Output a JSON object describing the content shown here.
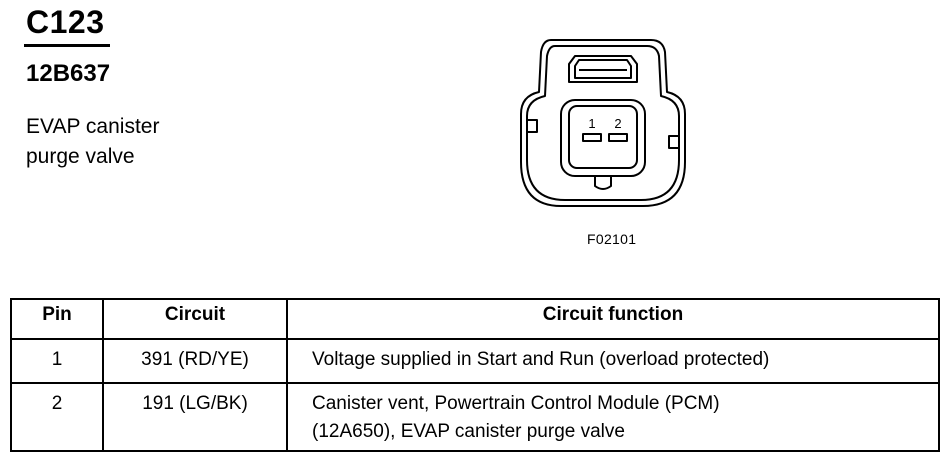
{
  "connector": {
    "id": "C123",
    "part_number": "12B637",
    "description_lines": [
      "EVAP canister",
      "purge valve"
    ],
    "pin_labels": [
      "1",
      "2"
    ],
    "figure_code": "F02101"
  },
  "table": {
    "headers": {
      "pin": "Pin",
      "circuit": "Circuit",
      "function": "Circuit function"
    },
    "rows": [
      {
        "pin": "1",
        "circuit": "391 (RD/YE)",
        "function_lines": [
          "Voltage supplied in Start and Run (overload protected)"
        ]
      },
      {
        "pin": "2",
        "circuit": "191 (LG/BK)",
        "function_lines": [
          "Canister vent, Powertrain Control Module (PCM)",
          "(12A650), EVAP canister purge valve"
        ]
      }
    ]
  }
}
